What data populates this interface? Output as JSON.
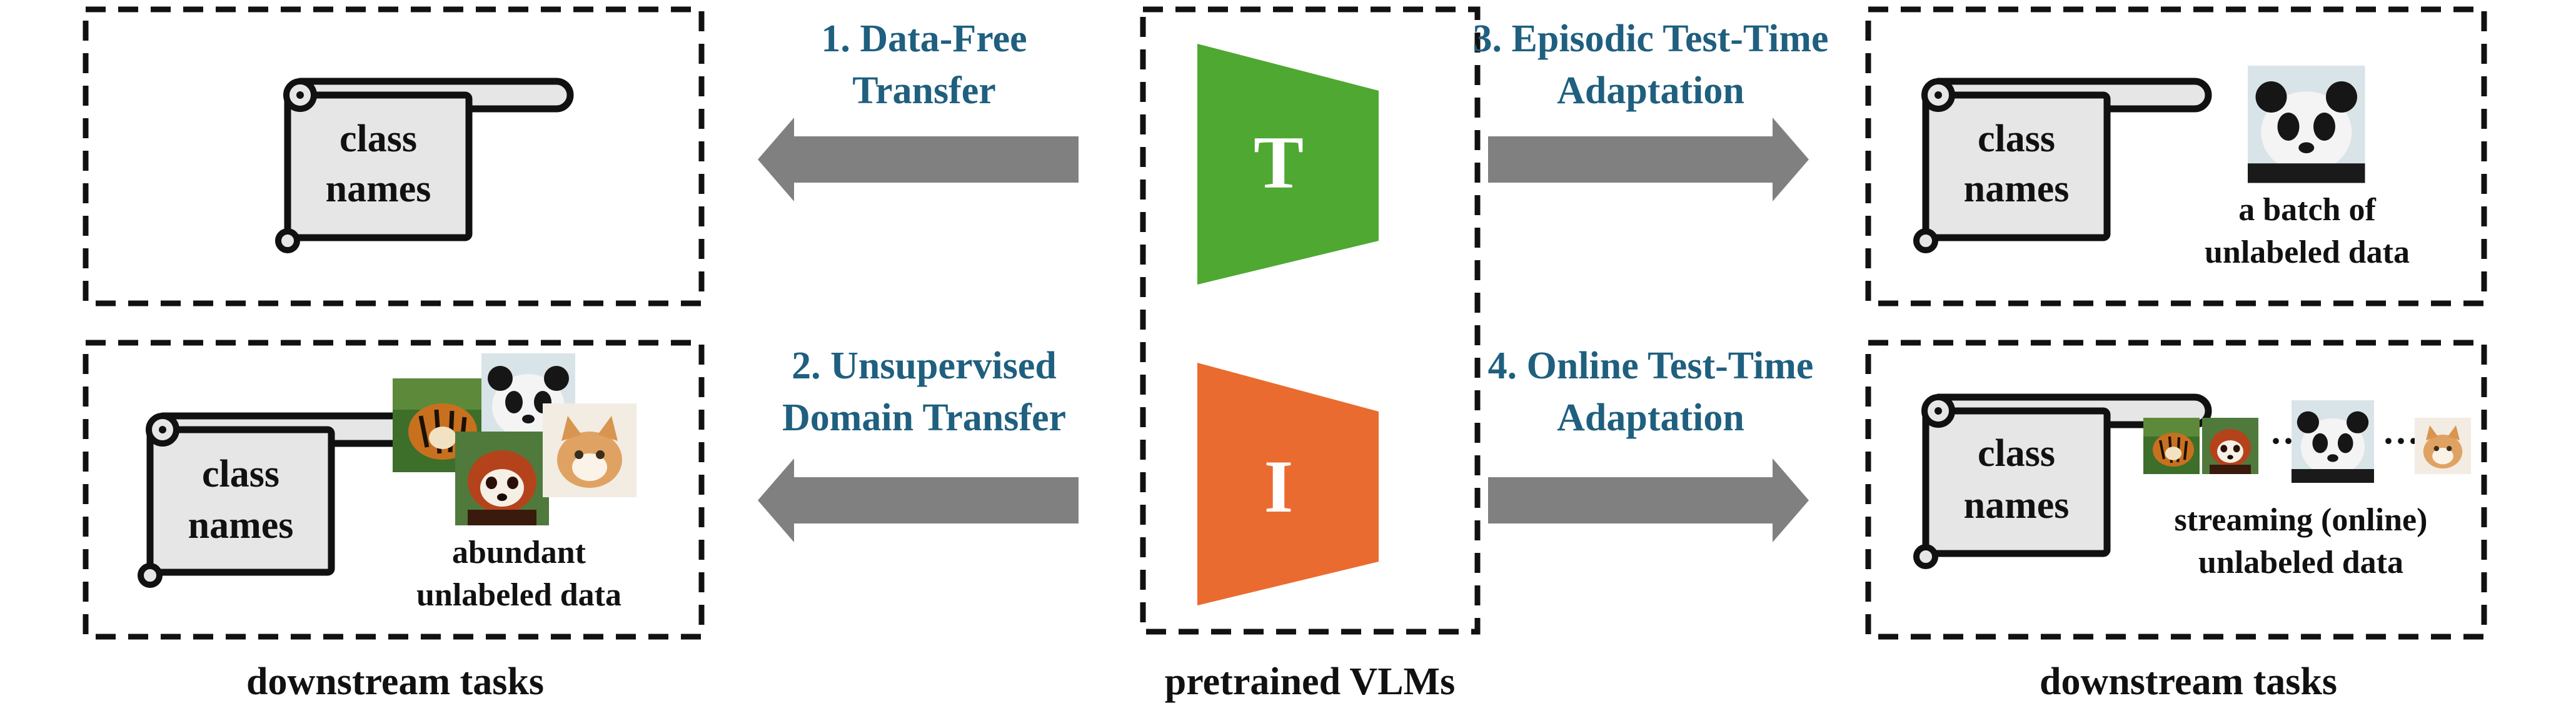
{
  "colors": {
    "accent_text": "#1f5f7f",
    "text_encoder": "#4ea832",
    "image_encoder": "#ea6b2f",
    "arrow": "#808080",
    "scroll_fill": "#e6e6e6"
  },
  "icons": {
    "scroll": "scroll-icon",
    "tiger": "tiger-photo",
    "panda": "panda-photo",
    "red_panda": "red-panda-photo",
    "kitten": "kitten-photo"
  },
  "center": {
    "text_encoder_letter": "T",
    "image_encoder_letter": "I",
    "caption": "pretrained VLMs"
  },
  "settings": [
    {
      "line1": "1. Data-Free",
      "line2": "Transfer"
    },
    {
      "line1": "2. Unsupervised",
      "line2": "Domain Transfer"
    },
    {
      "line1": "3. Episodic Test-Time",
      "line2": "Adaptation"
    },
    {
      "line1": "4. Online Test-Time",
      "line2": "Adaptation"
    }
  ],
  "boxes": {
    "top_left": {
      "class_line1": "class",
      "class_line2": "names"
    },
    "bottom_left": {
      "class_line1": "class",
      "class_line2": "names",
      "data_line1": "abundant",
      "data_line2": "unlabeled data"
    },
    "top_right": {
      "class_line1": "class",
      "class_line2": "names",
      "data_line1": "a batch of",
      "data_line2": "unlabeled data"
    },
    "bottom_right": {
      "class_line1": "class",
      "class_line2": "names",
      "dots": "···",
      "data_line1": "streaming (online)",
      "data_line2": "unlabeled data"
    }
  },
  "captions": {
    "left": "downstream tasks",
    "right": "downstream tasks"
  }
}
